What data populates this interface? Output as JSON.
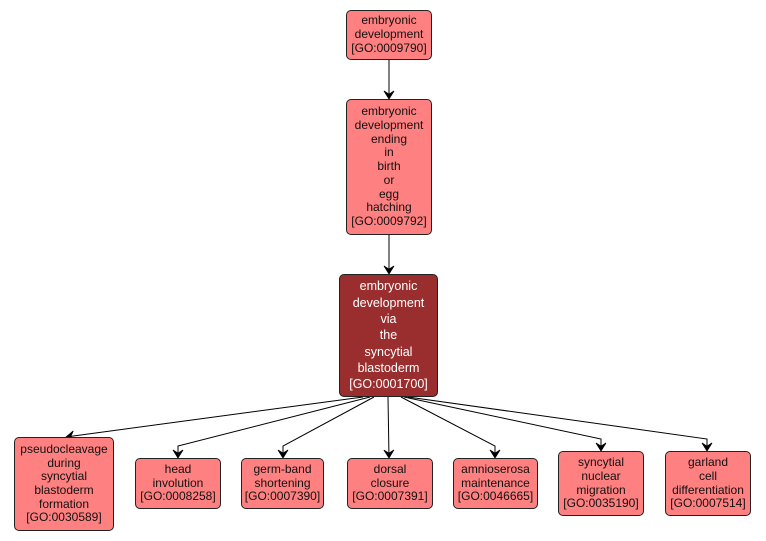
{
  "graph": {
    "colors": {
      "term": "#ff8080",
      "focus": "#9a2e2e",
      "edge": "#000000",
      "border": "#222222"
    },
    "nodes": [
      {
        "id": "GO:0009790",
        "lines": [
          "embryonic",
          "development",
          "[GO:0009790]"
        ],
        "focus": false
      },
      {
        "id": "GO:0009792",
        "lines": [
          "embryonic",
          "development",
          "ending",
          "in",
          "birth",
          "or",
          "egg",
          "hatching",
          "[GO:0009792]"
        ],
        "focus": false
      },
      {
        "id": "GO:0001700",
        "lines": [
          "embryonic",
          "development",
          "via",
          "the",
          "syncytial",
          "blastoderm",
          "[GO:0001700]"
        ],
        "focus": true
      },
      {
        "id": "GO:0030589",
        "lines": [
          "pseudocleavage",
          "during",
          "syncytial",
          "blastoderm",
          "formation",
          "[GO:0030589]"
        ],
        "focus": false
      },
      {
        "id": "GO:0008258",
        "lines": [
          "head",
          "involution",
          "[GO:0008258]"
        ],
        "focus": false
      },
      {
        "id": "GO:0007390",
        "lines": [
          "germ-band",
          "shortening",
          "[GO:0007390]"
        ],
        "focus": false
      },
      {
        "id": "GO:0007391",
        "lines": [
          "dorsal",
          "closure",
          "[GO:0007391]"
        ],
        "focus": false
      },
      {
        "id": "GO:0046665",
        "lines": [
          "amnioserosa",
          "maintenance",
          "[GO:0046665]"
        ],
        "focus": false
      },
      {
        "id": "GO:0035190",
        "lines": [
          "syncytial",
          "nuclear",
          "migration",
          "[GO:0035190]"
        ],
        "focus": false
      },
      {
        "id": "GO:0007514",
        "lines": [
          "garland",
          "cell",
          "differentiation",
          "[GO:0007514]"
        ],
        "focus": false
      }
    ],
    "edges": [
      {
        "from": "GO:0009790",
        "to": "GO:0009792"
      },
      {
        "from": "GO:0009792",
        "to": "GO:0001700"
      },
      {
        "from": "GO:0001700",
        "to": "GO:0030589"
      },
      {
        "from": "GO:0001700",
        "to": "GO:0008258"
      },
      {
        "from": "GO:0001700",
        "to": "GO:0007390"
      },
      {
        "from": "GO:0001700",
        "to": "GO:0007391"
      },
      {
        "from": "GO:0001700",
        "to": "GO:0046665"
      },
      {
        "from": "GO:0001700",
        "to": "GO:0035190"
      },
      {
        "from": "GO:0001700",
        "to": "GO:0007514"
      }
    ]
  }
}
